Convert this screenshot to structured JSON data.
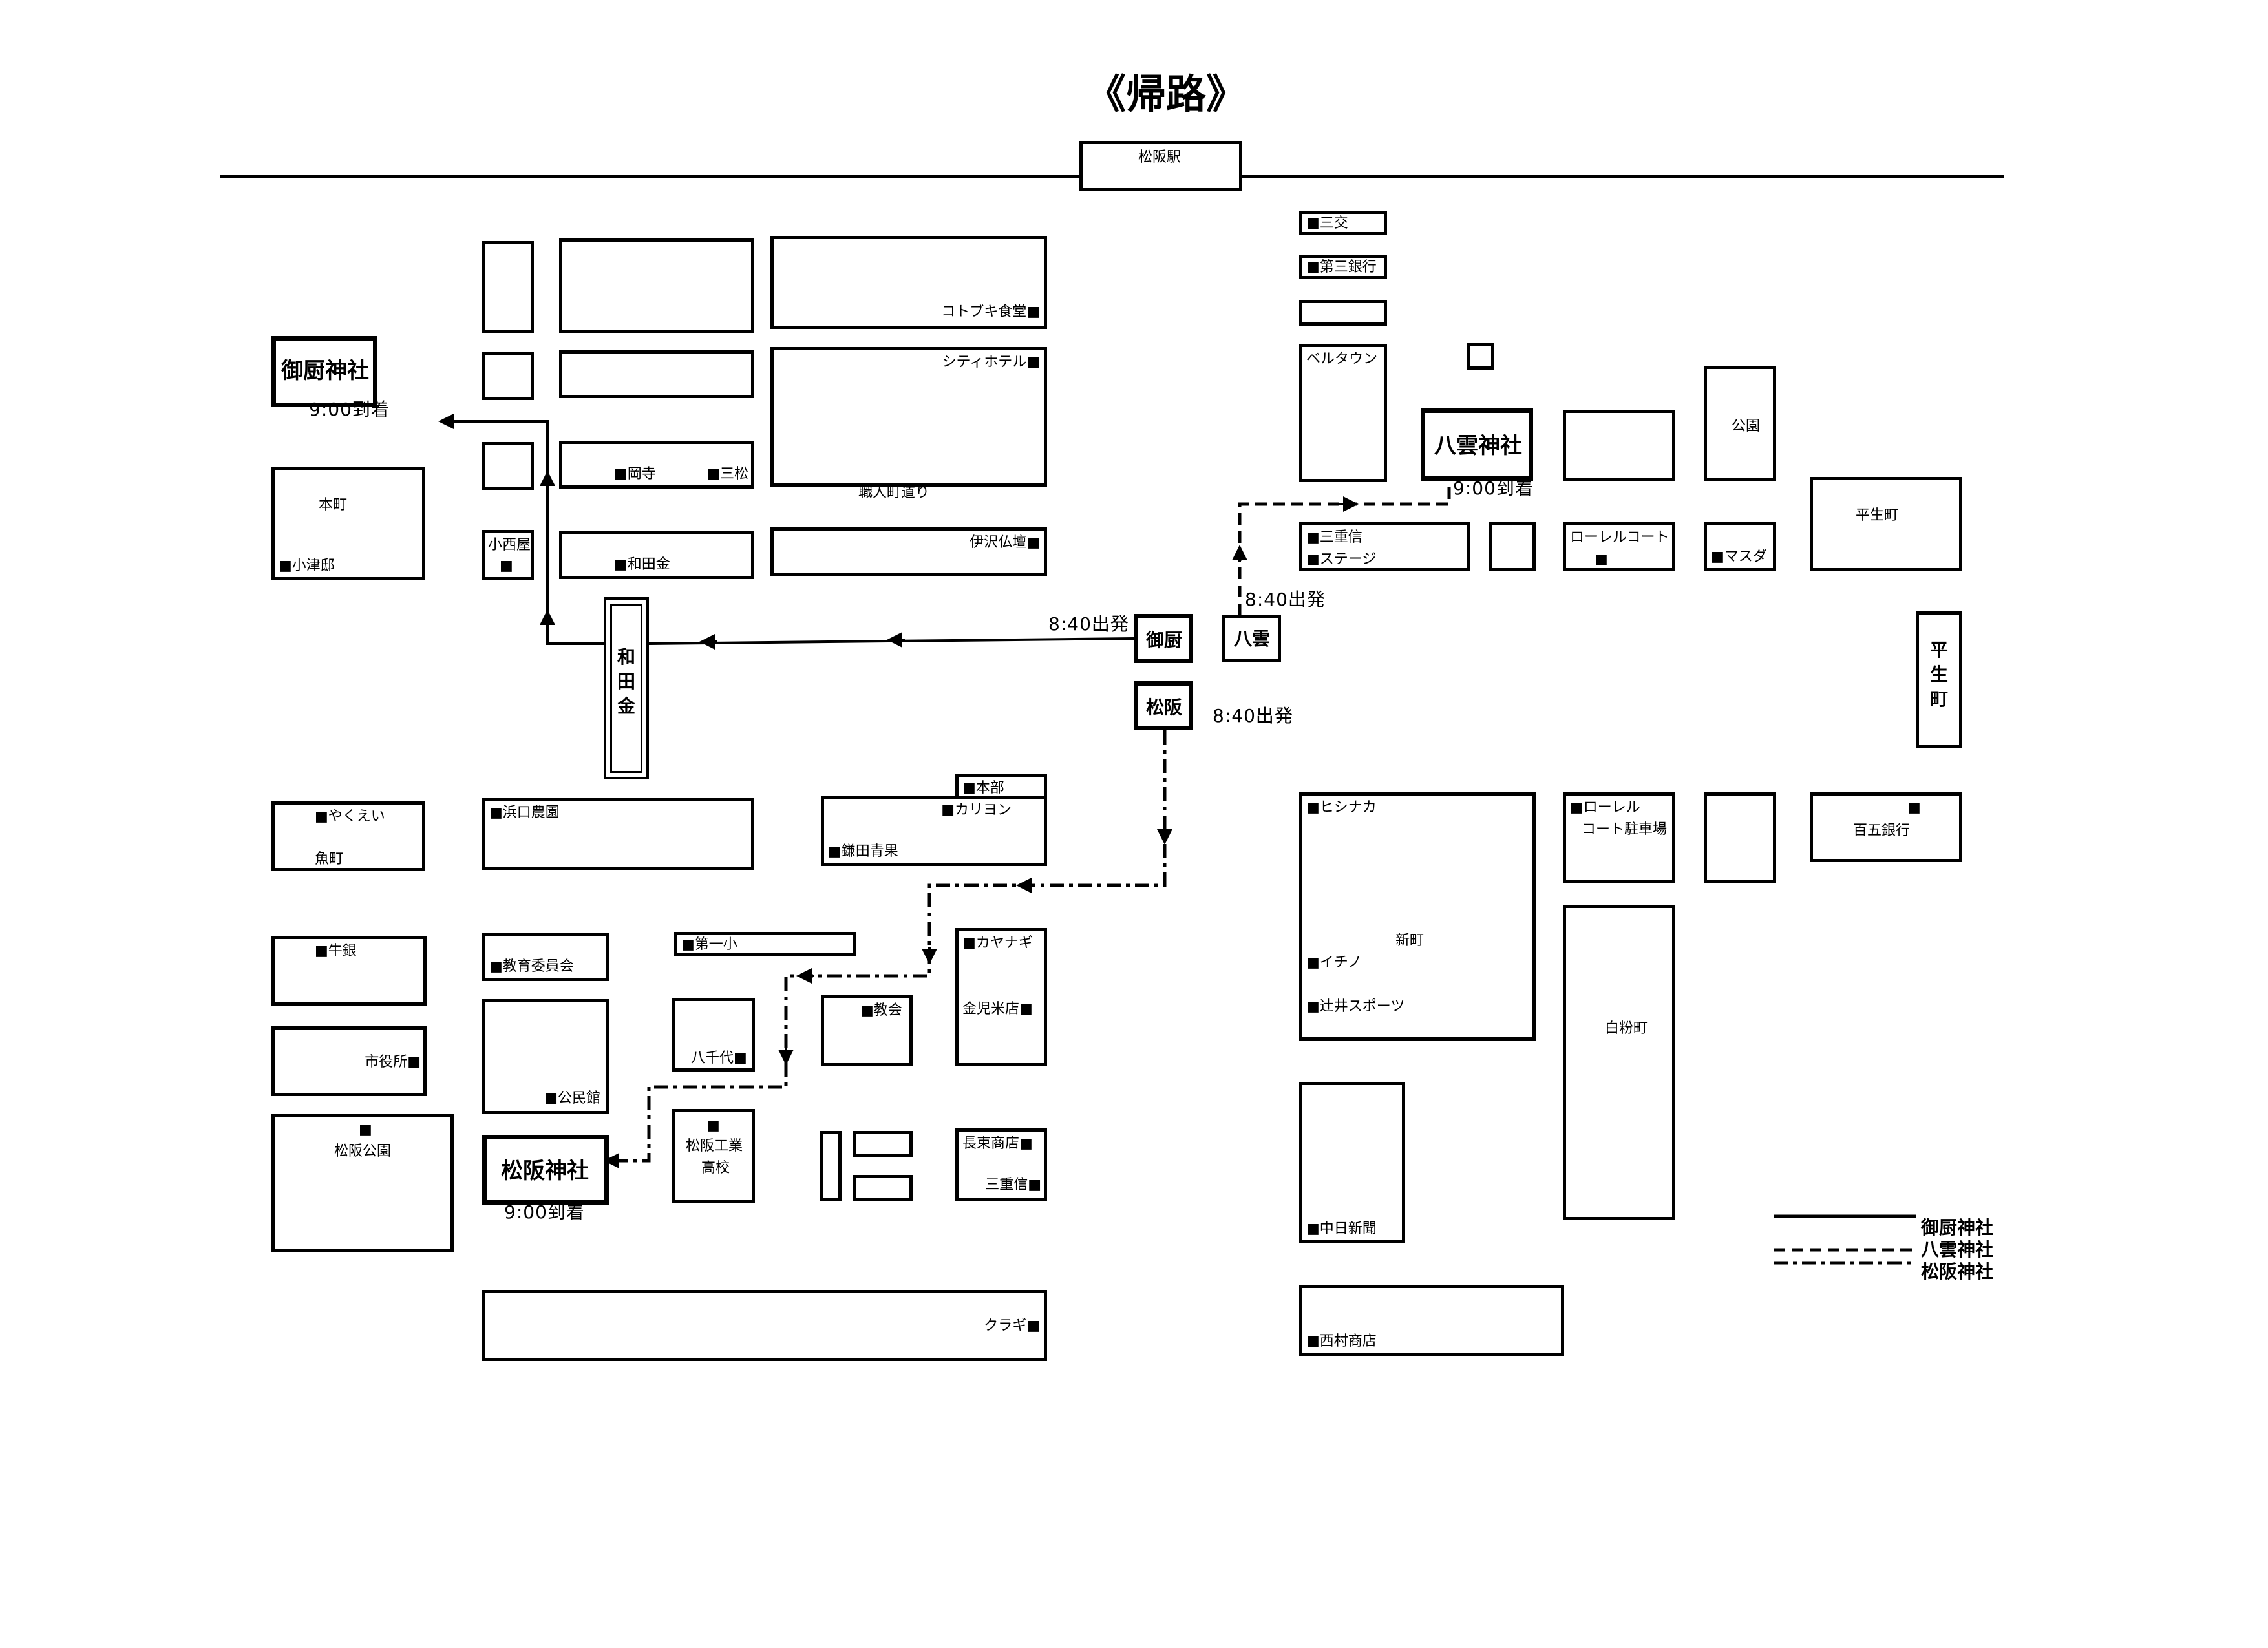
{
  "title": "《帰路》",
  "station": "松阪駅",
  "legend": [
    {
      "label": "御厨神社",
      "style": "solid"
    },
    {
      "label": "八雲神社",
      "style": "dashed"
    },
    {
      "label": "松阪神社",
      "style": "dash-dot"
    }
  ],
  "times": {
    "mikuriya_depart": "8:40出発",
    "yakumo_depart": "8:40出発",
    "matsusaka_depart": "8:40出発",
    "mikuriya_arrive": "9:00到着",
    "yakumo_arrive": "9:00到着",
    "matsusaka_arrive": "9:00到着"
  },
  "starts": {
    "mikuriya": "御厨",
    "yakumo": "八雲",
    "matsusaka": "松阪"
  },
  "shrines": {
    "mikuriya": "御厨神社",
    "yakumo": "八雲神社",
    "matsusaka": "松阪神社"
  },
  "wadakin_vertical": "和田金",
  "heiseicho_vertical": "平生町",
  "labels": {
    "kotobuki": "コトブキ食堂■",
    "city_hotel": "シティホテル■",
    "shokunin": "職人町道り",
    "okadera": "■岡寺",
    "sanmatsu": "■三松",
    "wadakin": "■和田金",
    "izawa": "伊沢仏壇■",
    "konishiya": "小西屋",
    "konishiya_mark": "■",
    "honmachi": "本町",
    "ozu": "■小津邸",
    "sanko": "■三交",
    "daisan": "■第三銀行",
    "belltown": "ベルタウン",
    "koen": "公園",
    "heiseicho": "平生町",
    "miejin": "■三重信",
    "stage": "■ステージ",
    "laurel_court": "ローレルコート",
    "laurel_court_mark": "■",
    "mazda": "■マスダ",
    "yakuei": "■やくえい",
    "uomachi": "魚町",
    "hamaguchi": "■浜口農園",
    "honbu": "■本部",
    "kariyon": "■カリヨン",
    "kamata": "■鎌田青果",
    "gyugin": "■牛銀",
    "kyoiku": "■教育委員会",
    "daiichi": "■第一小",
    "kayanagi": "■カヤナギ",
    "kyokai": "■教会",
    "kanebei": "金児米店■",
    "shiyakusho": "市役所■",
    "kominkan": "■公民館",
    "yachiyo": "八千代■",
    "matsusaka_park_mark": "■",
    "matsusaka_park": "松阪公園",
    "kogyo_mark": "■",
    "kogyo1": "松阪工業",
    "kogyo2": "高校",
    "nagatsuka": "長束商店■",
    "miejin2": "三重信■",
    "kuragi": "クラギ■",
    "hishinaka": "■ヒシナカ",
    "shinmachi": "新町",
    "ichino": "■イチノ",
    "tsujii": "■辻井スポーツ",
    "laurel": "■ローレル",
    "laurel_parking": "コート駐車場",
    "hyakugo_mark": "■",
    "hyakugo": "百五銀行",
    "oshiroi": "白粉町",
    "chunichi": "■中日新聞",
    "nishimura": "■西村商店"
  }
}
